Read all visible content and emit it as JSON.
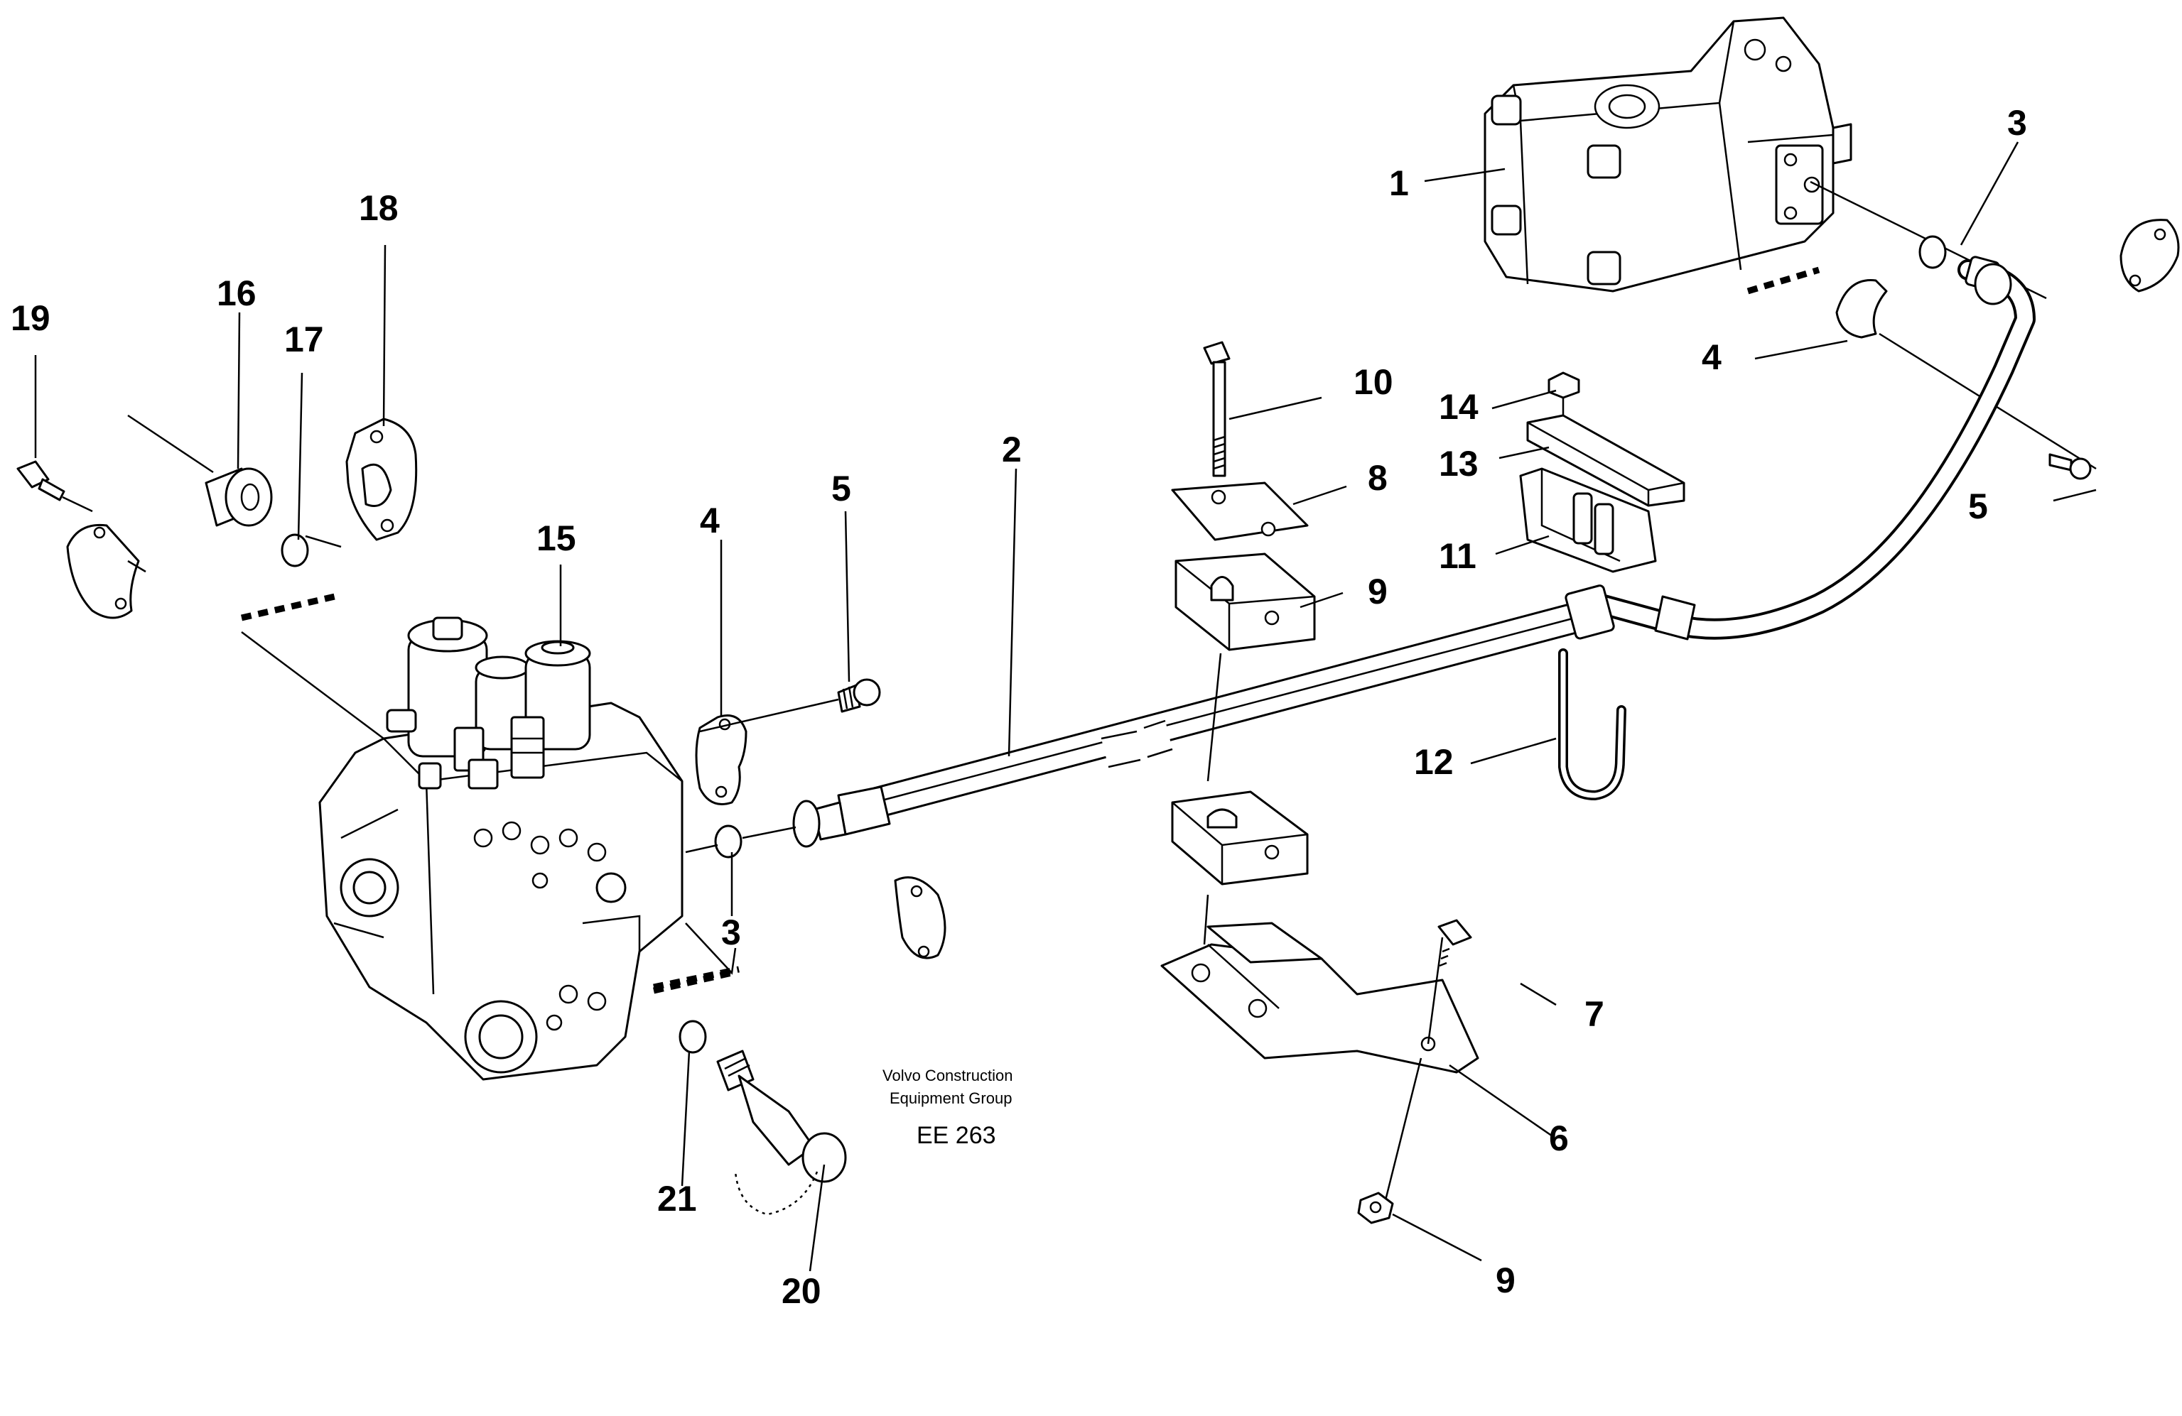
{
  "diagram": {
    "callouts": {
      "c1": "1",
      "c2": "2",
      "c3a": "3",
      "c3b": "3",
      "c4a": "4",
      "c4b": "4",
      "c5a": "5",
      "c5b": "5",
      "c6": "6",
      "c7": "7",
      "c8": "8",
      "c9a": "9",
      "c9b": "9",
      "c10": "10",
      "c11": "11",
      "c12": "12",
      "c13": "13",
      "c14": "14",
      "c15": "15",
      "c16": "16",
      "c17": "17",
      "c18": "18",
      "c19": "19",
      "c20": "20",
      "c21": "21"
    },
    "credit_line1": "Volvo Construction",
    "credit_line2": "Equipment Group",
    "drawing_code": "EE 263"
  }
}
